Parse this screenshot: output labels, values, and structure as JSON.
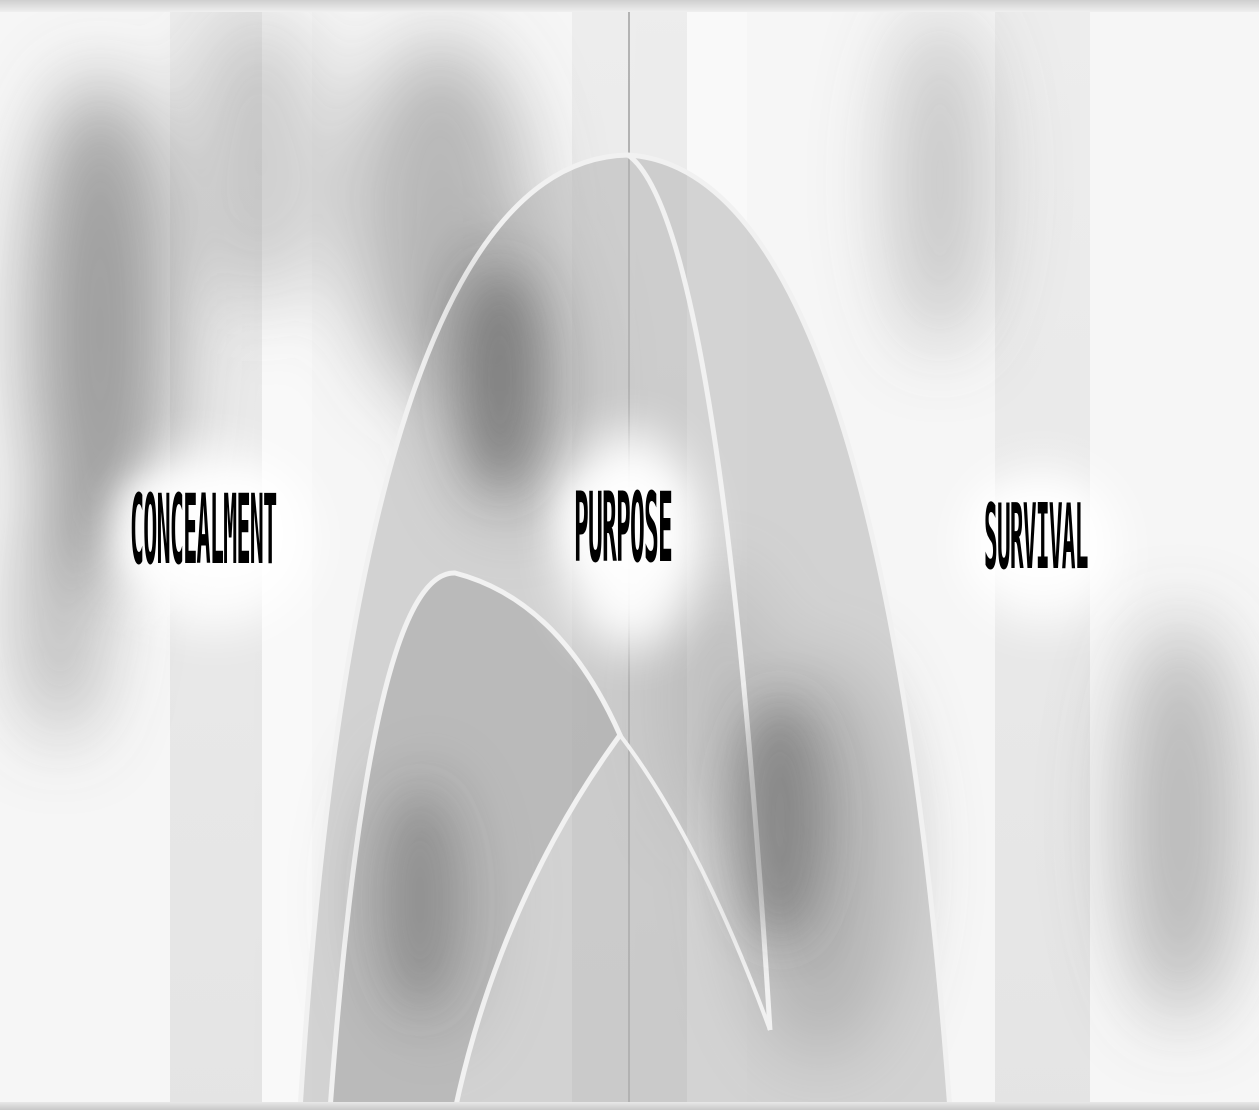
{
  "labels": {
    "left": "CONCEALMENT",
    "center": "PURPOSE",
    "right": "SURVIVAL"
  },
  "colors": {
    "background": "#f4f4f4",
    "arch_fill": "#b9b9b9",
    "arch_stroke": "#eeeeee",
    "smoke": "#555555",
    "text": "#000000"
  },
  "icons": {
    "emblem": "starfleet-arch-emblem"
  }
}
